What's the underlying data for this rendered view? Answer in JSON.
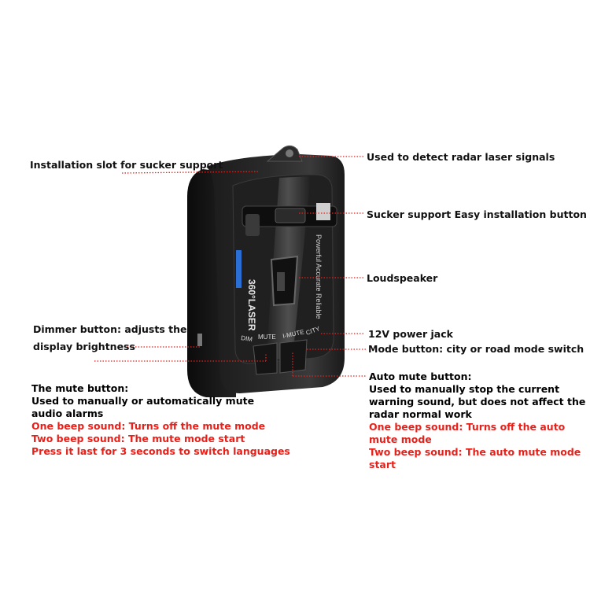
{
  "labels": {
    "installation_slot": "Installation slot for sucker support",
    "detect_radar": "Used to detect radar laser signals",
    "sucker_button": "Sucker support Easy installation button",
    "loudspeaker": "Loudspeaker",
    "dimmer_line1": "Dimmer button: adjusts the",
    "dimmer_line2": "display brightness",
    "power_jack": "12V power jack",
    "mode_button": "Mode button: city or road mode switch"
  },
  "mute_button": {
    "title": "The mute button:",
    "line1": "Used to manually or automatically mute",
    "line2": "audio alarms",
    "red1": "One beep sound: Turns off the mute mode",
    "red2": "Two beep sound: The mute mode start",
    "red3": "Press it last for 3 seconds to switch languages"
  },
  "auto_mute": {
    "title": "Auto mute button:",
    "line1": "Used to manually stop the current",
    "line2": "warning sound, but does not affect the",
    "line3": "radar normal work",
    "red1": "One beep sound: Turns off the auto",
    "red2": "mute mode",
    "red3": "Two beep sound: The auto mute mode",
    "red4": "start"
  },
  "device_text": {
    "side_laser": "360°LASER",
    "side_slogan": "Powerful Accurate Reliable",
    "btn_dim": "DIM",
    "btn_mute": "MUTE",
    "btn_imute": "I-MUTE",
    "btn_city": "CITY"
  },
  "colors": {
    "leader_line": "#e8201a",
    "red_text": "#e8201a",
    "body_dark": "#141414",
    "blue_stripe": "#2b6fd6"
  }
}
